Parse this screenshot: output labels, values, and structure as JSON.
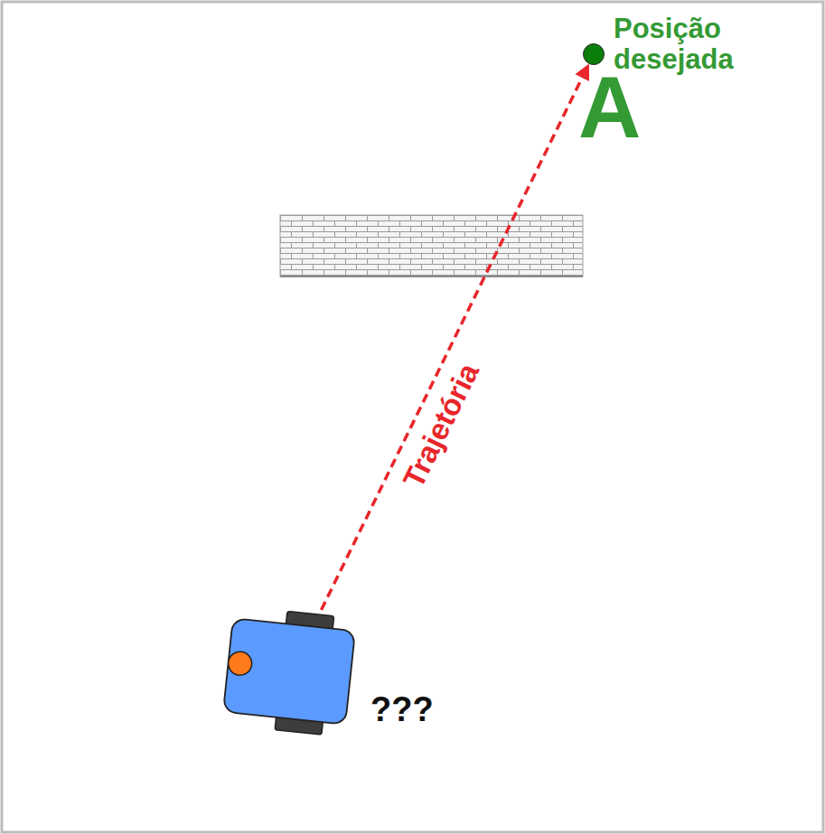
{
  "diagram": {
    "nodes": [
      {
        "text": [
          "Posição desejada",
          "A"
        ]
      },
      {
        "text": [
          "???"
        ]
      }
    ],
    "edges": [
      {
        "from": 1,
        "to": 0,
        "arrow": "to",
        "label": "Trajetória"
      }
    ]
  }
}
